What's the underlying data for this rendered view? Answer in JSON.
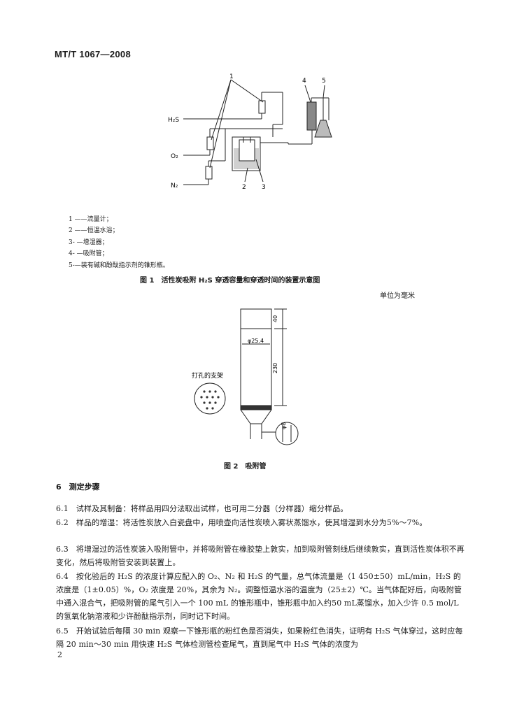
{
  "header": {
    "doc_id": "MT/T 1067—2008"
  },
  "figure1": {
    "labels": {
      "h2s": "H₂S",
      "o2": "O₂",
      "n2": "N₂",
      "n1": "1",
      "n2num": "2",
      "n3": "3",
      "n4": "4",
      "n5": "5"
    },
    "legend": [
      "1 ——流量计；",
      "2 ——恒温水浴；",
      "3- —增湿器；",
      "4- —吸附管；",
      "5-—装有碱和酚酞指示剂的锥形瓶。"
    ],
    "caption": "图 1　活性炭吸附 H₂S 穿透容量和穿透时间的装置示意图"
  },
  "figure2": {
    "unit_note": "单位为毫米",
    "dim_top": "40",
    "dim_dia": "φ25.4",
    "dim_len": "230",
    "dim_outlet": "φ8",
    "support_label": "打孔的支架",
    "caption": "图 2　吸附管"
  },
  "section": {
    "title": "6　测定步骤"
  },
  "paragraphs": [
    "6.1　试样及其制备：将样品用四分法取出试样，也可用二分器（分样器）缩分样品。",
    "6.2　样品的增湿：将活性炭放入白瓷盘中，用喷壶向活性炭喷入雾状蒸馏水，使其增湿到水分为5%～7%。",
    "6.3　将增湿过的活性炭装入吸附管中，并将吸附管在橡胶垫上敦实，加到吸附管刻线后继续敦实，直到活性炭体积不再变化，然后将吸附管安装到装置上。",
    "6.4　按化验后的 H₂S 的浓度计算应配入的 O₂、N₂ 和 H₂S 的气量，总气体流量是（1 450±50）mL/min，H₂S 的浓度是（1±0.05）%，O₂ 浓度是 20%，其余为 N₂。调整恒温水浴的温度为（25±2）℃。当气体配好后，向吸附管中通入混合气，把吸附管的尾气引入一个 100 mL 的锥形瓶中，锥形瓶中加入约50 mL蒸馏水，加入少许 0.5 mol/L 的氢氧化钠溶液和少许酚酞指示剂，同时记下时间。",
    "6.5　开始试验后每隔 30 min 观察一下锥形瓶的粉红色是否消失，如果粉红色消失，证明有 H₂S 气体穿过，这时应每隔 20 min～30 min 用快速 H₂S 气体检测管检查尾气，直到尾气中 H₂S 气体的浓度为"
  ],
  "page_number": "2"
}
